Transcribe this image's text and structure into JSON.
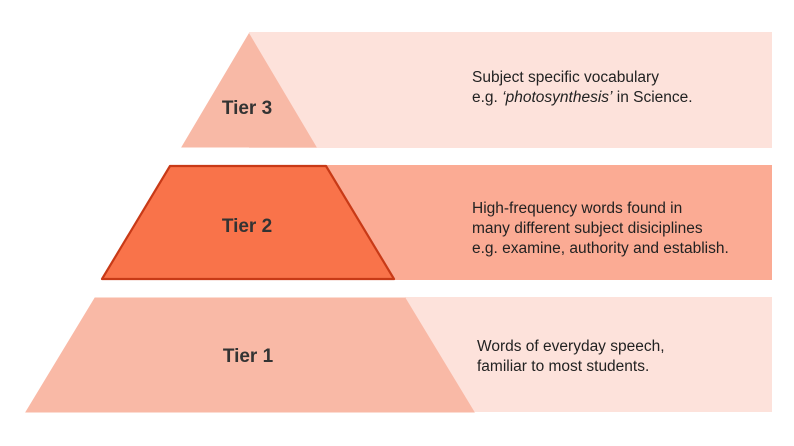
{
  "tiers": [
    {
      "label": "Tier 3",
      "description_lines": [
        "Subject specific vocabulary"
      ],
      "example": {
        "prefix": "e.g. ",
        "emphasis": "‘photosynthesis’",
        "suffix": " in Science."
      },
      "colors": {
        "band": "#fde2db",
        "shape": "#f8b9a6",
        "outline": "#f8b9a6"
      }
    },
    {
      "label": "Tier 2",
      "description_lines": [
        "High-frequency words found in",
        "many different subject disiciplines",
        "e.g. examine, authority and establish."
      ],
      "colors": {
        "band": "#fbab94",
        "shape": "#f9734a",
        "outline": "#c83a17"
      }
    },
    {
      "label": "Tier 1",
      "description_lines": [
        "Words of everyday speech,",
        "familiar to most students."
      ],
      "colors": {
        "band": "#fde2db",
        "shape": "#f9b9a6",
        "outline": "#f9b9a6"
      }
    }
  ]
}
